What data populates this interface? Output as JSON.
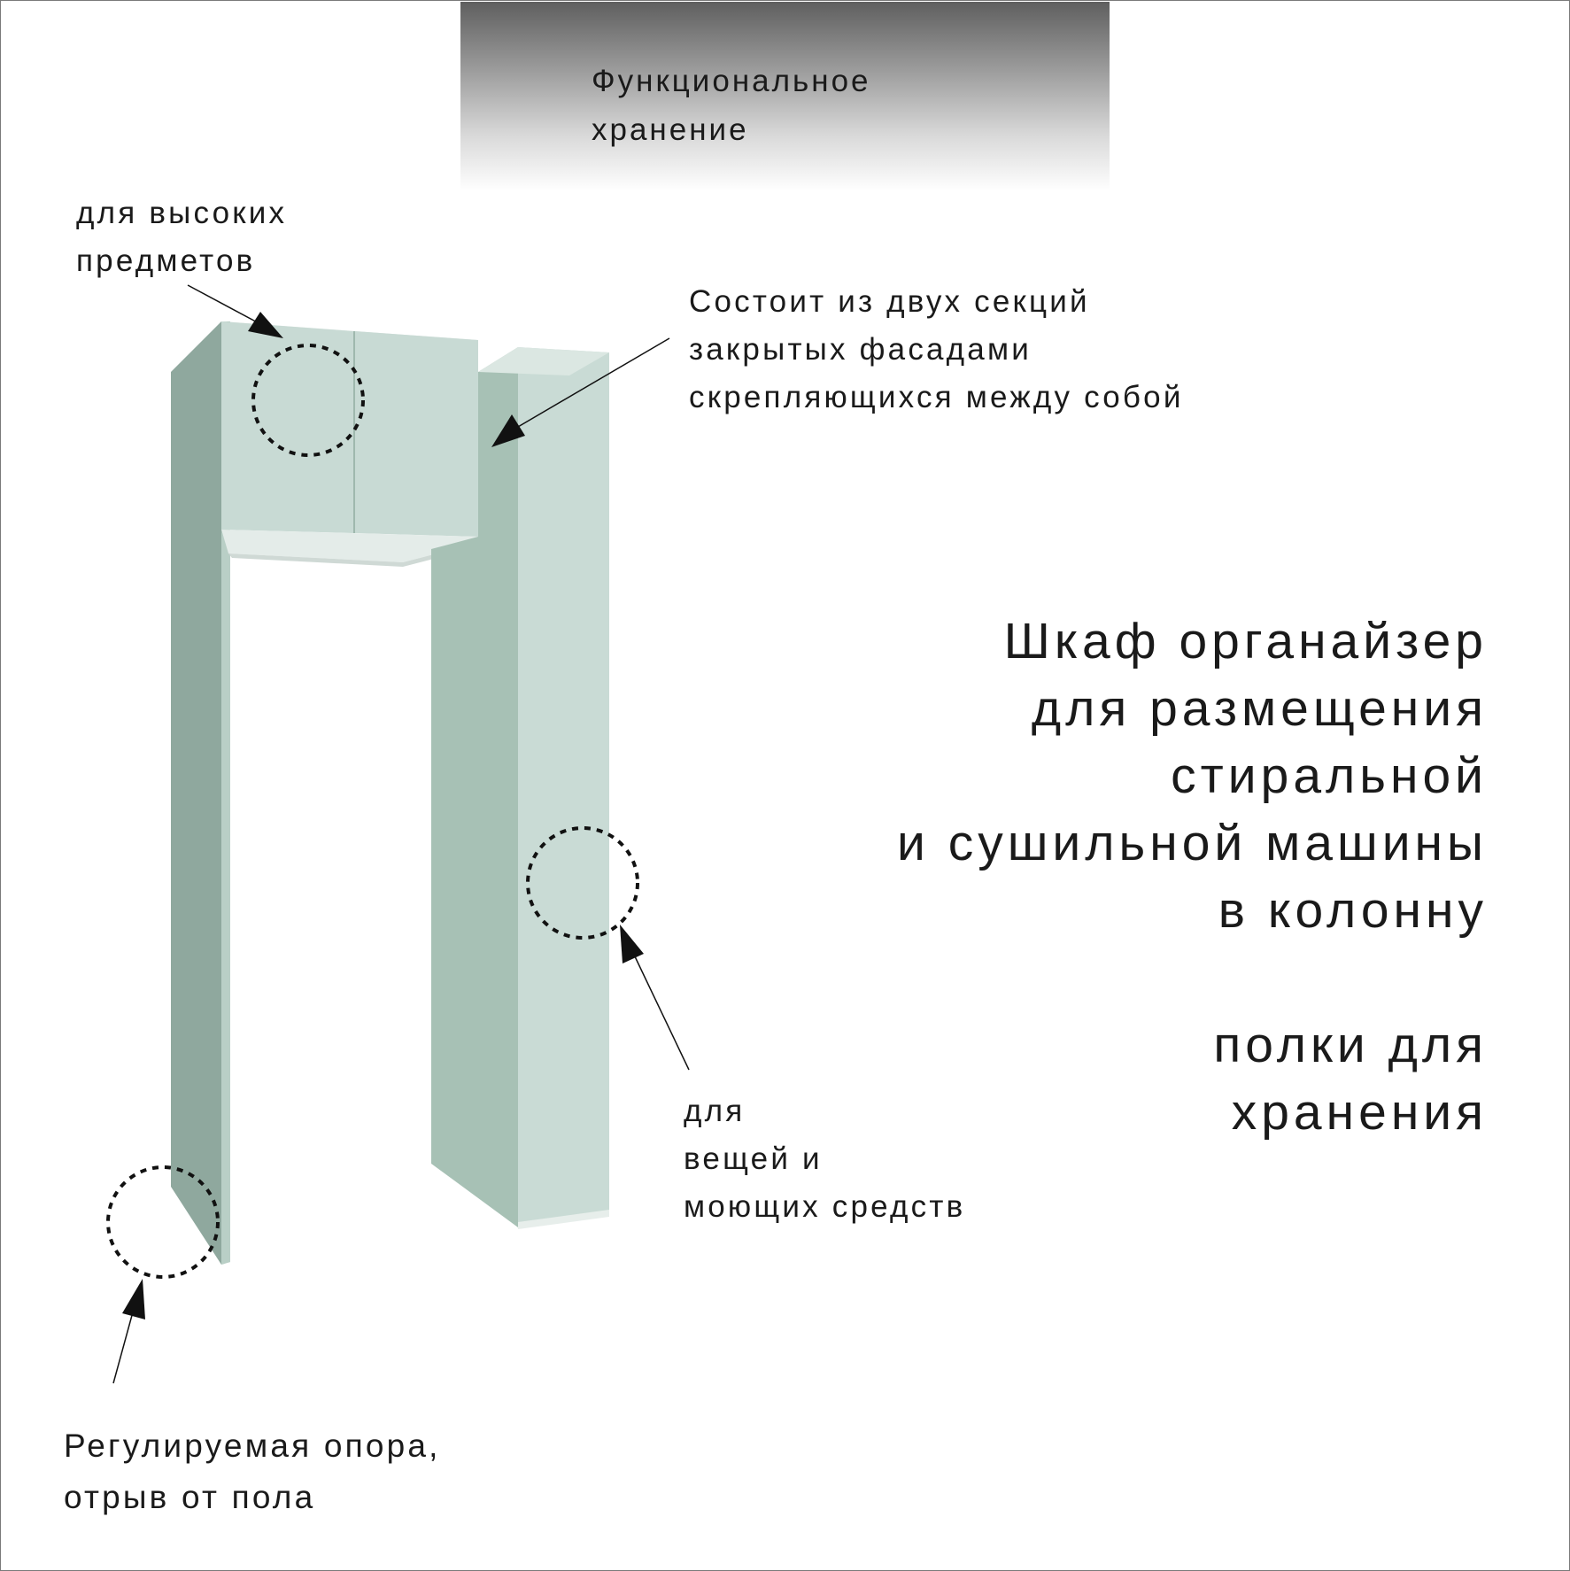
{
  "banner": {
    "line1": "Функциональное",
    "line2": "хранение"
  },
  "labels": {
    "high_items": [
      "для высоких",
      "предметов"
    ],
    "sections": [
      "Состоит из двух секций",
      "закрытых фасадами",
      "скрепляющихся между собой"
    ],
    "things": [
      "для",
      "вещей и",
      "моющих средств"
    ],
    "support": [
      "Регулируемая опора,",
      "отрыв от пола"
    ]
  },
  "heading": {
    "lines": [
      "Шкаф органайзер",
      "для размещения",
      "стиральной",
      "и сушильной машины",
      "в колонну"
    ],
    "sub_lines": [
      "полки для",
      "хранения"
    ]
  },
  "colors": {
    "cabinet_front": "#c9dbd5",
    "cabinet_side": "#93aca2",
    "cabinet_side_light": "#a8c2b6",
    "cabinet_top": "#d7e4df",
    "text": "#1a1a1a",
    "frame": "#7a7a7a"
  },
  "icons": [
    "arrow-icon",
    "dashed-circle-icon"
  ]
}
